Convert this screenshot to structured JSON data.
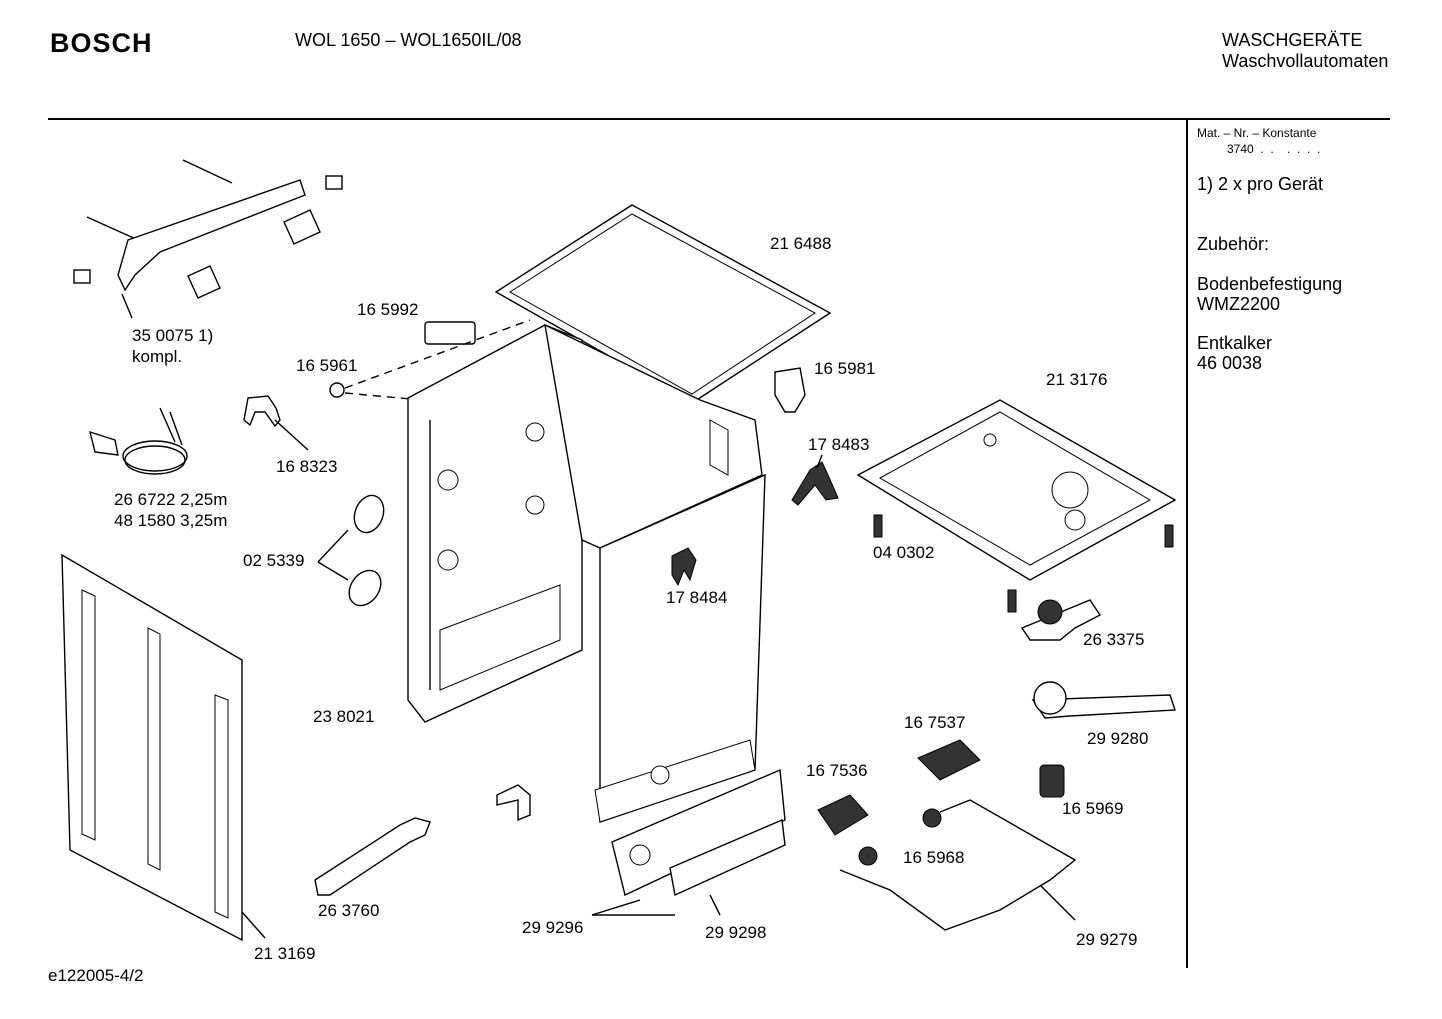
{
  "header": {
    "brand": "BOSCH",
    "model": "WOL 1650   – WOL1650IL/08",
    "category_line1": "WASCHGERÄTE",
    "category_line2": "Waschvollautomaten"
  },
  "sidebar": {
    "mat_nr_label": "Mat. – Nr. – Konstante",
    "mat_nr_value": "3740  .  .    .  .  .  .",
    "note": "1)  2 x pro Gerät",
    "accessories_title": "Zubehör:",
    "accessory1_name": "Bodenbefestigung",
    "accessory1_code": "WMZ2200",
    "accessory2_name": "Entkalker",
    "accessory2_code": "46 0038"
  },
  "parts": {
    "p350075": "35 0075 1)",
    "p350075b": "kompl.",
    "p165992": "16 5992",
    "p165961": "16 5961",
    "p216488": "21 6488",
    "p165981": "16 5981",
    "p213176": "21 3176",
    "p168323": "16 8323",
    "p178483": "17 8483",
    "p266722": "26 6722 2,25m",
    "p481580": "48 1580 3,25m",
    "p025339": "02 5339",
    "p178484": "17 8484",
    "p040302": "04 0302",
    "p263375": "26 3375",
    "p238021": "23 8021",
    "p167537": "16 7537",
    "p299280": "29 9280",
    "p167536": "16 7536",
    "p165969": "16 5969",
    "p165968": "16 5968",
    "p263760": "26 3760",
    "p299296": "29 9296",
    "p299298": "29 9298",
    "p299279": "29 9279",
    "p213169": "21 3169"
  },
  "footer": {
    "drawing_id": "e122005-4/2"
  }
}
